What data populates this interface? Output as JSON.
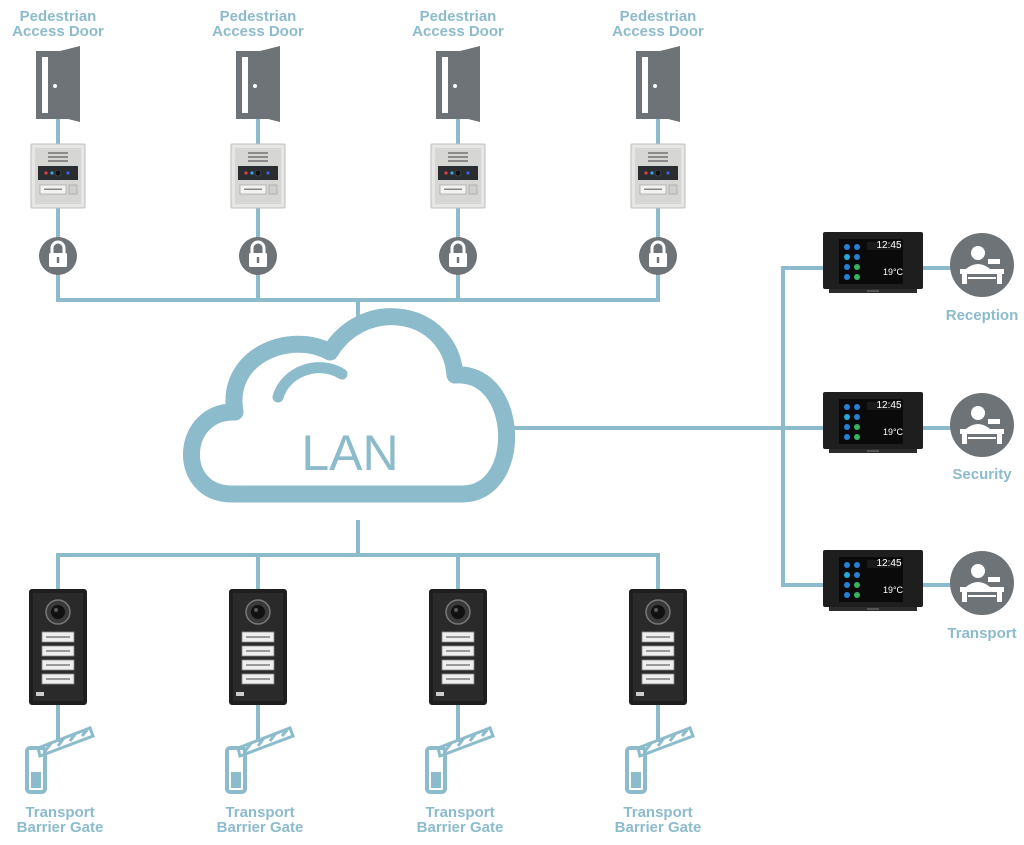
{
  "network": {
    "label": "LAN"
  },
  "colors": {
    "line": "#8cbbcc",
    "label": "#8cbbcc",
    "icon": "#6e7378",
    "device_dark": "#1e1e1e",
    "device_silver": "#d8d8d6"
  },
  "doors": [
    {
      "line1": "Pedestrian",
      "line2": "Access Door"
    },
    {
      "line1": "Pedestrian",
      "line2": "Access Door"
    },
    {
      "line1": "Pedestrian",
      "line2": "Access Door"
    },
    {
      "line1": "Pedestrian",
      "line2": "Access Door"
    }
  ],
  "gates": [
    {
      "line1": "Transport",
      "line2": "Barrier Gate"
    },
    {
      "line1": "Transport",
      "line2": "Barrier Gate"
    },
    {
      "line1": "Transport",
      "line2": "Barrier Gate"
    },
    {
      "line1": "Transport",
      "line2": "Barrier Gate"
    }
  ],
  "stations": [
    {
      "label": "Reception",
      "time": "12:45",
      "temp": "19°C"
    },
    {
      "label": "Security",
      "time": "12:45",
      "temp": "19°C"
    },
    {
      "label": "Transport",
      "time": "12:45",
      "temp": "19°C"
    }
  ]
}
